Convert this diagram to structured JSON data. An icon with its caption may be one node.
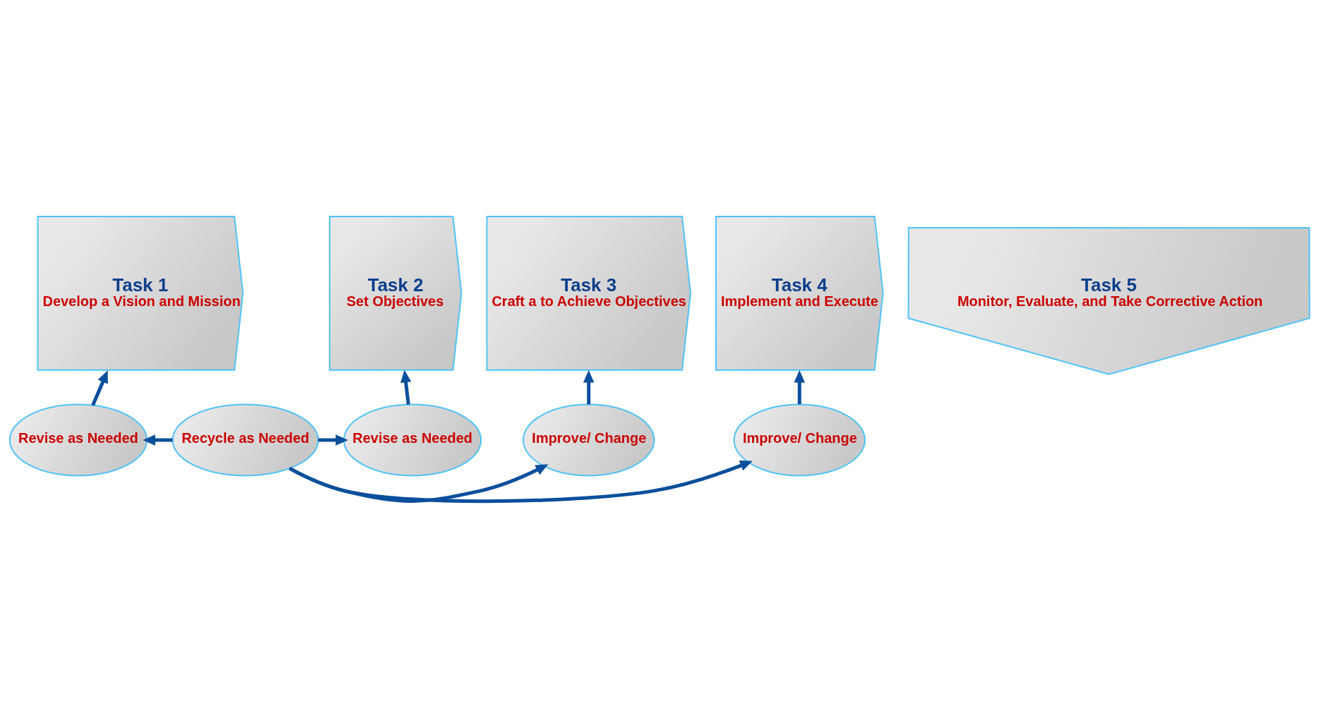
{
  "diagram": {
    "nodes": [
      {
        "text": [
          "Task 1",
          "Develop a Vision and Mission"
        ]
      },
      {
        "text": [
          "Task 2",
          "Set Objectives"
        ]
      },
      {
        "text": [
          "Task 3",
          "Craft a to Achieve Objectives"
        ]
      },
      {
        "text": [
          "Task 4",
          "Implement and Execute"
        ]
      },
      {
        "text": [
          "Task 5",
          "Monitor, Evaluate, and Take Corrective Action"
        ]
      },
      {
        "text": [
          "Revise as Needed"
        ]
      },
      {
        "text": [
          "Revise as Needed"
        ]
      },
      {
        "text": [
          "Improve/ Change"
        ]
      },
      {
        "text": [
          "Improve/ Change"
        ]
      },
      {
        "text": [
          "Recycle as Needed"
        ]
      }
    ],
    "edges": [
      {
        "from": 5,
        "to": 0,
        "arrow": "to"
      },
      {
        "from": 6,
        "to": 1,
        "arrow": "to"
      },
      {
        "from": 7,
        "to": 2,
        "arrow": "to"
      },
      {
        "from": 8,
        "to": 3,
        "arrow": "to"
      },
      {
        "from": 9,
        "to": 5,
        "arrow": "to"
      },
      {
        "from": 9,
        "to": 6,
        "arrow": "to"
      },
      {
        "from": 9,
        "to": 7,
        "arrow": "to"
      },
      {
        "from": 9,
        "to": 8,
        "arrow": "to"
      }
    ]
  }
}
